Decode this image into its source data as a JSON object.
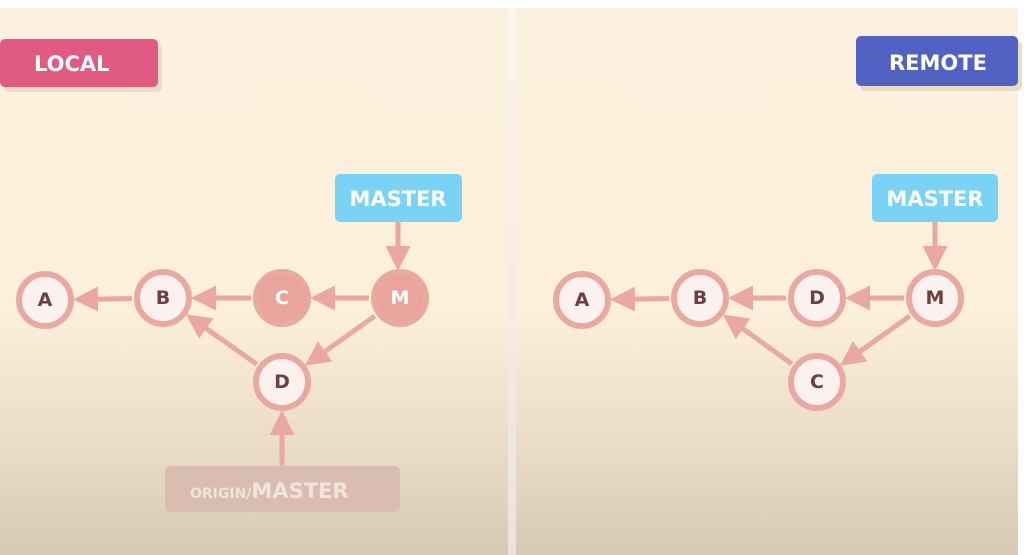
{
  "colors": {
    "local": "#e05a82",
    "remote": "#5262c2",
    "branch": "#7ad2f4",
    "node_stroke": "#e9a9a1",
    "node_fill": "#fbf2f0",
    "node_filled": "#e9a49c",
    "origin": "#d9bdb0"
  },
  "local": {
    "title": "LOCAL",
    "branch_label": "MASTER",
    "origin_prefix": "ORIGIN/",
    "origin_branch": "MASTER",
    "nodes": [
      {
        "id": "A",
        "label": "A",
        "filled": false
      },
      {
        "id": "B",
        "label": "B",
        "filled": false
      },
      {
        "id": "C",
        "label": "C",
        "filled": true
      },
      {
        "id": "M",
        "label": "M",
        "filled": true
      },
      {
        "id": "D",
        "label": "D",
        "filled": false
      }
    ],
    "edges": [
      [
        "B",
        "A"
      ],
      [
        "C",
        "B"
      ],
      [
        "M",
        "C"
      ],
      [
        "M",
        "D"
      ],
      [
        "D",
        "B"
      ]
    ]
  },
  "remote": {
    "title": "REMOTE",
    "branch_label": "MASTER",
    "nodes": [
      {
        "id": "A",
        "label": "A",
        "filled": false
      },
      {
        "id": "B",
        "label": "B",
        "filled": false
      },
      {
        "id": "D",
        "label": "D",
        "filled": false
      },
      {
        "id": "M",
        "label": "M",
        "filled": false
      },
      {
        "id": "C",
        "label": "C",
        "filled": false
      }
    ],
    "edges": [
      [
        "B",
        "A"
      ],
      [
        "D",
        "B"
      ],
      [
        "M",
        "D"
      ],
      [
        "M",
        "C"
      ],
      [
        "C",
        "B"
      ]
    ]
  }
}
